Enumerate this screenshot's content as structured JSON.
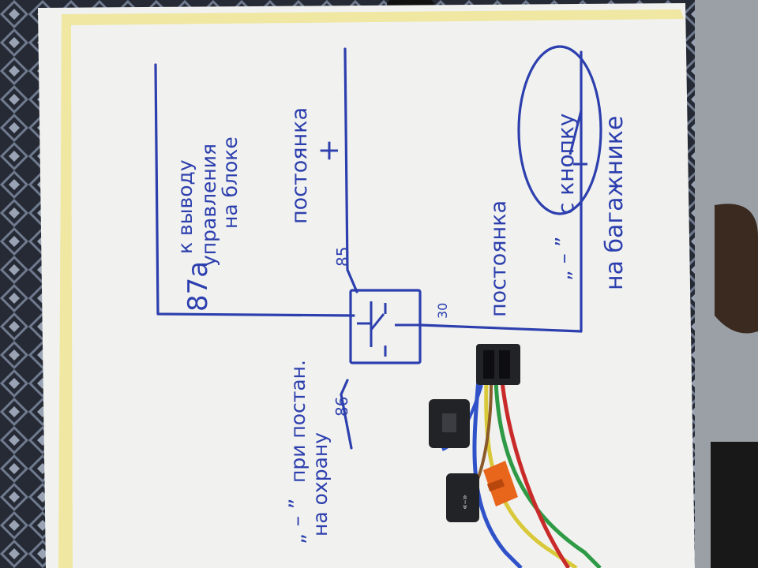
{
  "colors": {
    "paper": "#f1f2ef",
    "tape": "#efe7a2",
    "ink": "#2d3fae",
    "carpet": "#2a2e3a",
    "floor": "#9aa0a6",
    "relay_plastic": "#222326",
    "orange_connector": "#e8651c"
  },
  "labels": {
    "pin_87a": "87a",
    "to_control_1": "к выводу",
    "to_control_2": "управления",
    "to_control_3": "на блоке",
    "constant_plus": "постоянка",
    "plus_sign": "+",
    "constant_minus": "постоянка",
    "via_button": "с кнопку",
    "minus_q1": "„ – ”",
    "minus_q2": "„ – ”",
    "trunk": "на багажнике",
    "on_arm_1": "при постан.",
    "on_arm_2": "на охрану",
    "pin_85": "85",
    "pin_86": "86",
    "pin_30": "30",
    "plug_mark": "«–»"
  },
  "icons": [
    "relay-symbol-icon",
    "switch-icon"
  ]
}
